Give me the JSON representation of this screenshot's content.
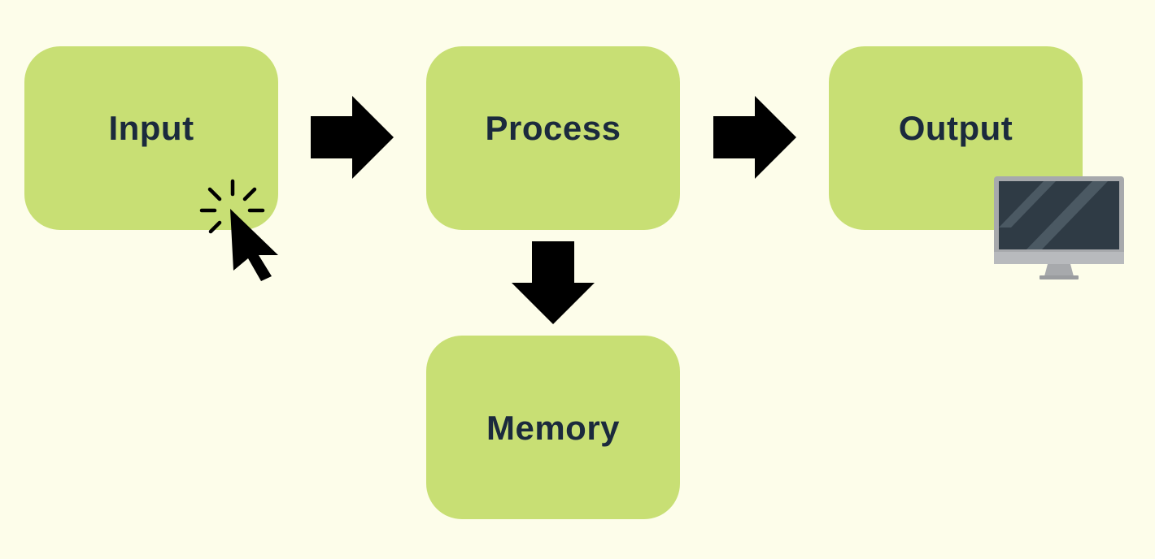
{
  "diagram": {
    "nodes": {
      "input": "Input",
      "process": "Process",
      "output": "Output",
      "memory": "Memory"
    },
    "connectors": [
      {
        "from": "input",
        "to": "process",
        "direction": "right"
      },
      {
        "from": "process",
        "to": "output",
        "direction": "right"
      },
      {
        "from": "process",
        "to": "memory",
        "direction": "down"
      }
    ],
    "icons": {
      "input": "mouse-click-cursor-icon",
      "output": "computer-monitor-icon"
    }
  },
  "colors": {
    "background": "#fdfdea",
    "box_fill": "#c8df74",
    "label_text": "#1b2a3d",
    "arrow": "#000000"
  }
}
